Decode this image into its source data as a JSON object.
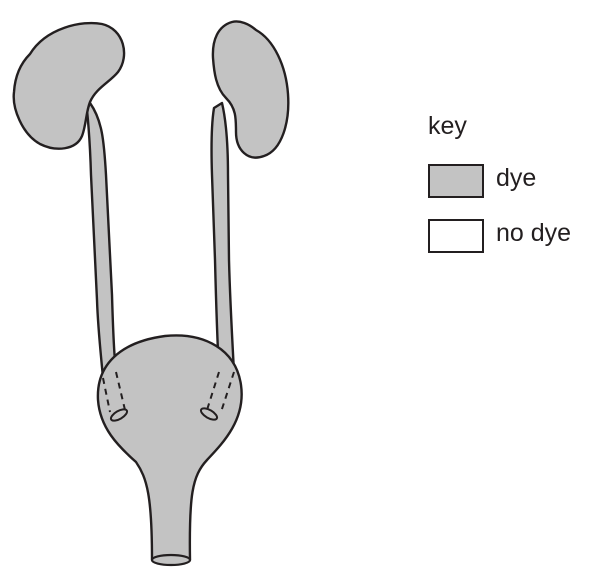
{
  "key": {
    "title": "key",
    "items": [
      {
        "label": "dye",
        "color": "#c3c3c3"
      },
      {
        "label": "no dye",
        "color": "#ffffff"
      }
    ]
  },
  "colors": {
    "outline": "#231f20",
    "dye": "#c3c3c3",
    "background": "#ffffff"
  },
  "parts_dyed": {
    "left-kidney": true,
    "right-kidney": true,
    "left-ureter": true,
    "right-ureter": true,
    "bladder": true,
    "urethra": true
  }
}
